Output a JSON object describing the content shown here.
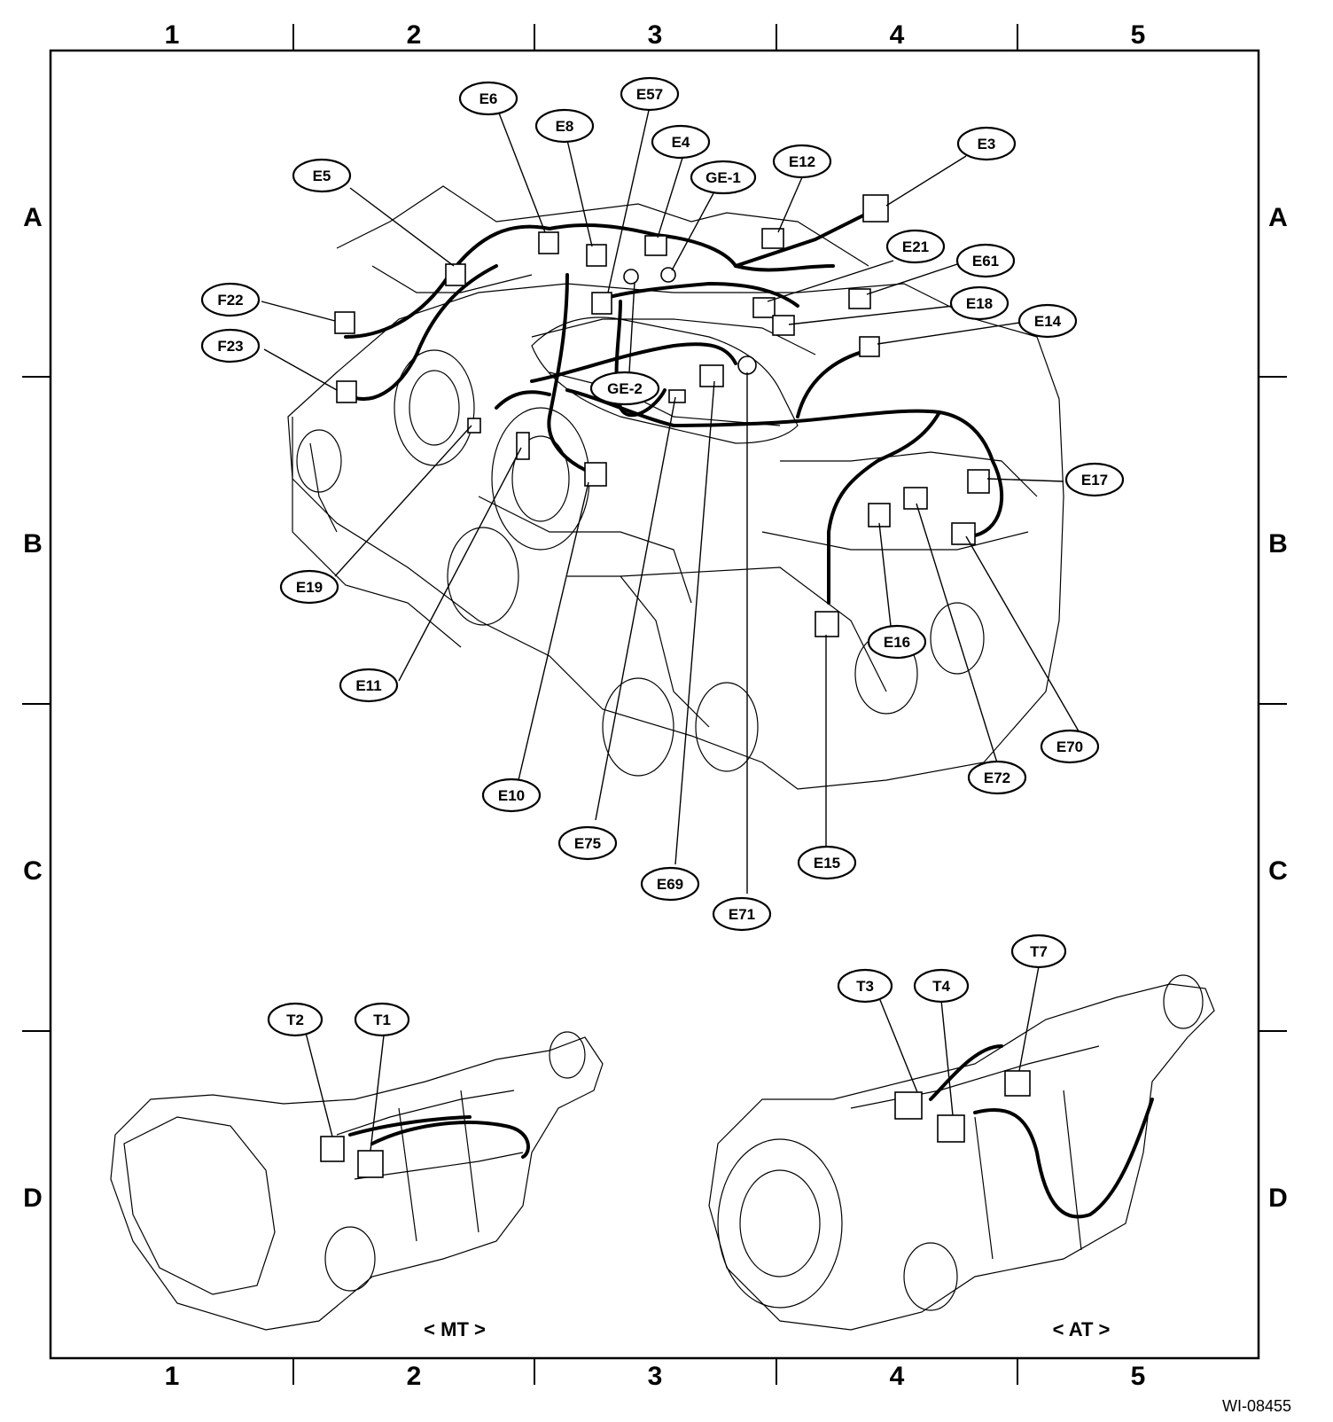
{
  "grid": {
    "columns": [
      "1",
      "2",
      "3",
      "4",
      "5"
    ],
    "rows": [
      "A",
      "B",
      "C",
      "D"
    ]
  },
  "engine_connectors": {
    "E6": "E6",
    "E57": "E57",
    "E8": "E8",
    "E4": "E4",
    "GE1": "GE-1",
    "E12": "E12",
    "E3": "E3",
    "E5": "E5",
    "E21": "E21",
    "E61": "E61",
    "F22": "F22",
    "E18": "E18",
    "F23": "F23",
    "E14": "E14",
    "GE2": "GE-2",
    "E17": "E17",
    "E19": "E19",
    "E16": "E16",
    "E11": "E11",
    "E70": "E70",
    "E72": "E72",
    "E10": "E10",
    "E75": "E75",
    "E15": "E15",
    "E69": "E69",
    "E71": "E71"
  },
  "mt": {
    "label": "< MT >",
    "T2": "T2",
    "T1": "T1"
  },
  "at": {
    "label": "< AT >",
    "T3": "T3",
    "T4": "T4",
    "T7": "T7"
  },
  "figure_id": "WI-08455"
}
